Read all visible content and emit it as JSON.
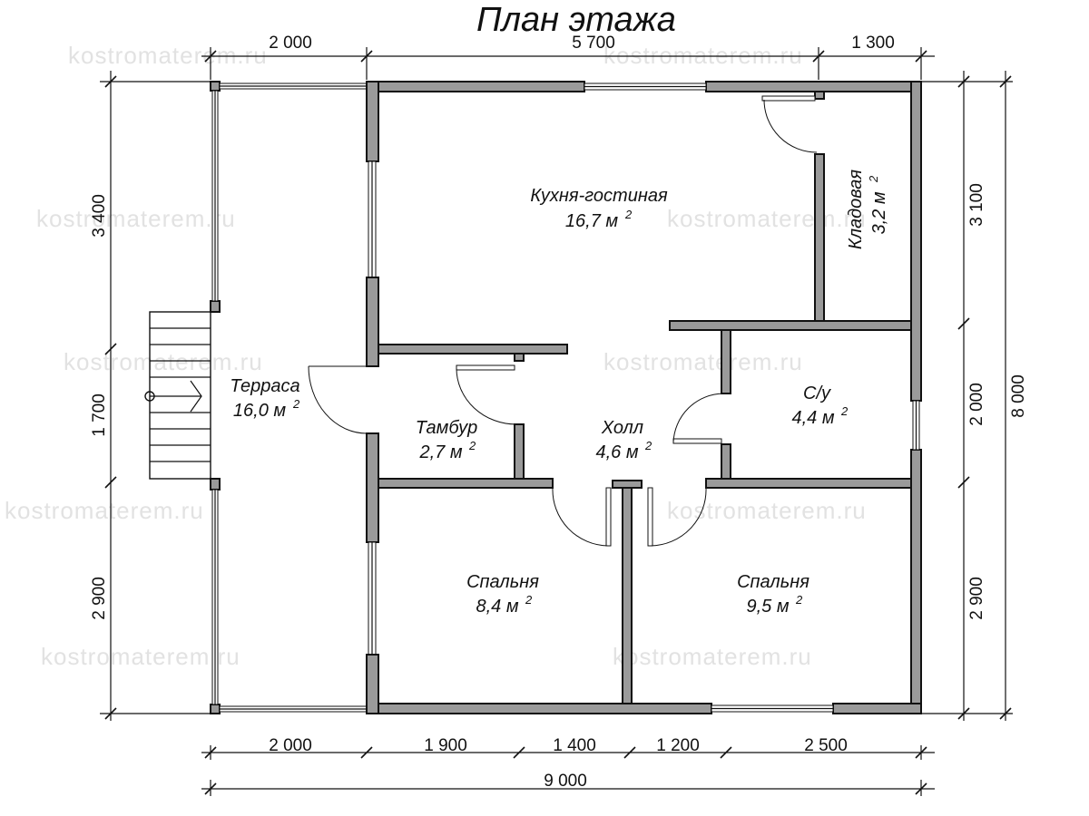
{
  "title": "План этажа",
  "watermark": "kostromaterem.ru",
  "rooms": {
    "kitchen": {
      "name": "Кухня-гостиная",
      "area": "16,7 м",
      "sup": "2"
    },
    "pantry": {
      "name": "Кладовая",
      "area": "3,2 м",
      "sup": "2"
    },
    "terrace": {
      "name": "Терраса",
      "area": "16,0 м",
      "sup": "2"
    },
    "vestibule": {
      "name": "Тамбур",
      "area": "2,7 м",
      "sup": "2"
    },
    "hall": {
      "name": "Холл",
      "area": "4,6 м",
      "sup": "2"
    },
    "bathroom": {
      "name": "С/у",
      "area": "4,4 м",
      "sup": "2"
    },
    "bedroom_left": {
      "name": "Спальня",
      "area": "8,4 м",
      "sup": "2"
    },
    "bedroom_right": {
      "name": "Спальня",
      "area": "9,5 м",
      "sup": "2"
    }
  },
  "dimensions": {
    "top": [
      "2 000",
      "5 700",
      "1 300"
    ],
    "bottom": [
      "2 000",
      "1 900",
      "1 400",
      "1 200",
      "2 500"
    ],
    "bottom_total": "9 000",
    "left": [
      "3 400",
      "1 700",
      "2 900"
    ],
    "right": [
      "3 100",
      "2 000",
      "2 900"
    ],
    "right_total": "8 000"
  }
}
